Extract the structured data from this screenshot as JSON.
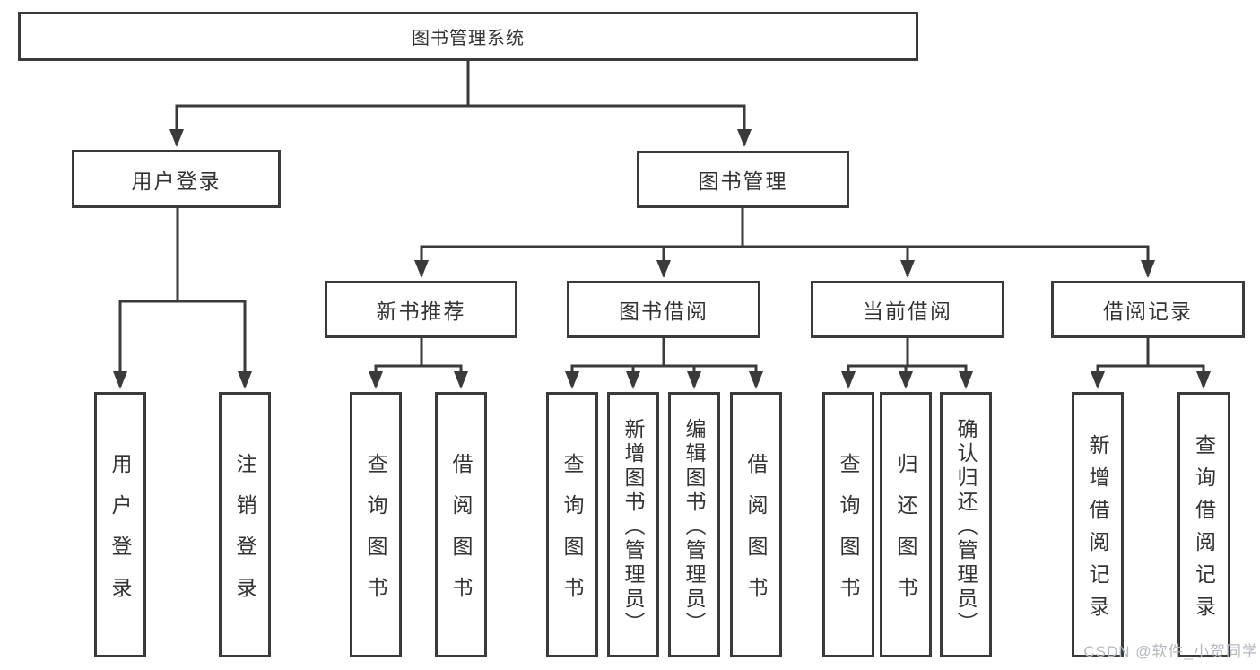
{
  "diagram": {
    "root": {
      "label": "图书管理系统"
    },
    "level1": [
      {
        "label": "用户登录"
      },
      {
        "label": "图书管理"
      }
    ],
    "level2": [
      {
        "label": "新书推荐"
      },
      {
        "label": "图书借阅"
      },
      {
        "label": "当前借阅"
      },
      {
        "label": "借阅记录"
      }
    ],
    "leaves": [
      {
        "label": "用户登录",
        "parent": "用户登录"
      },
      {
        "label": "注销登录",
        "parent": "用户登录"
      },
      {
        "label": "查询图书",
        "parent": "新书推荐"
      },
      {
        "label": "借阅图书",
        "parent": "新书推荐"
      },
      {
        "label": "查询图书",
        "parent": "图书借阅"
      },
      {
        "label": "新增图书（管理员）",
        "parent": "图书借阅"
      },
      {
        "label": "编辑图书（管理员）",
        "parent": "图书借阅"
      },
      {
        "label": "借阅图书",
        "parent": "图书借阅"
      },
      {
        "label": "查询图书",
        "parent": "当前借阅"
      },
      {
        "label": "归还图书",
        "parent": "当前借阅"
      },
      {
        "label": "确认归还（管理员）",
        "parent": "当前借阅"
      },
      {
        "label": "新增借阅记录",
        "parent": "借阅记录"
      },
      {
        "label": "查询借阅记录",
        "parent": "借阅记录"
      }
    ]
  },
  "watermark": {
    "text": "CSDN @软件_小贺同学"
  },
  "colors": {
    "line": "#3a3a3a",
    "box_border": "#3a3a3a",
    "text": "#333333",
    "watermark": "#b4b8bf"
  }
}
